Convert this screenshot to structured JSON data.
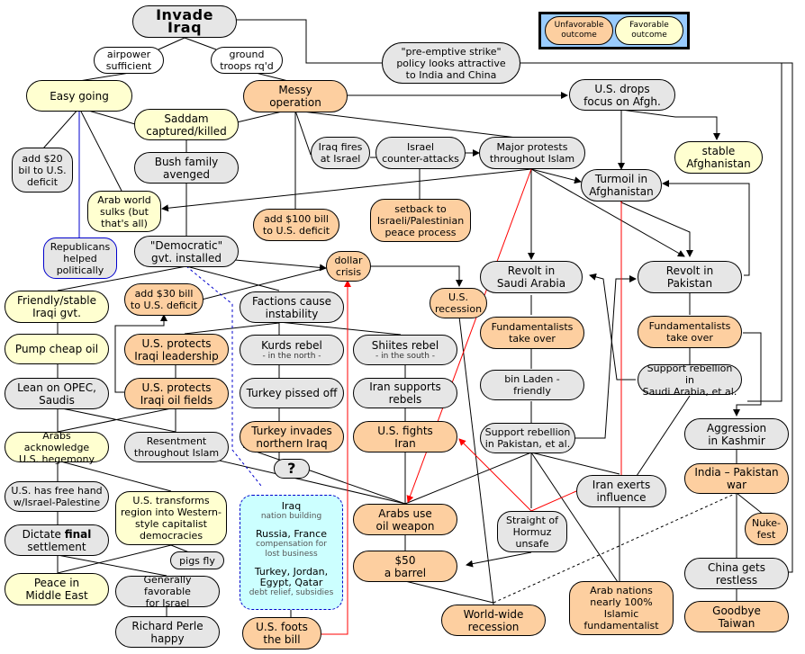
{
  "legend": {
    "unfavorable": "Unfavorable outcome",
    "favorable": "Favorable outcome",
    "colors": {
      "unfavorable": "#fdcfa0",
      "favorable": "#ffffd0",
      "neutral": "#e6e6e6",
      "legend_bg": "#99ccff"
    }
  },
  "nodes": {
    "invade_iraq": "Invade Iraq",
    "airpower": [
      "airpower",
      "sufficient"
    ],
    "ground_troops": [
      "ground",
      "troops rq'd"
    ],
    "preemptive": [
      "\"pre-emptive strike\"",
      "policy looks attractive",
      "to India and China"
    ],
    "easy_going": "Easy going",
    "messy_operation": [
      "Messy",
      "operation"
    ],
    "us_drops_focus": [
      "U.S. drops",
      "focus on Afgh."
    ],
    "saddam_captured": [
      "Saddam",
      "captured/killed"
    ],
    "add_20": [
      "add $20",
      "bil to U.S.",
      "deficit"
    ],
    "bush_family": [
      "Bush family",
      "avenged"
    ],
    "iraq_fires": [
      "Iraq fires",
      "at Israel"
    ],
    "israel_counter": [
      "Israel",
      "counter-attacks"
    ],
    "major_protests": [
      "Major protests",
      "throughout Islam"
    ],
    "stable_afghanistan": [
      "stable",
      "Afghanistan"
    ],
    "turmoil_afghanistan": [
      "Turmoil in",
      "Afghanistan"
    ],
    "arab_world_sulks": [
      "Arab world",
      "sulks (but",
      "that's all)"
    ],
    "add_100": [
      "add $100 bill",
      "to U.S. deficit"
    ],
    "setback_peace": [
      "setback to",
      "Israeli/Palestinian",
      "peace process"
    ],
    "republicans_helped": [
      "Republicans",
      "helped",
      "politically"
    ],
    "democratic_govt": [
      "\"Democratic\"",
      "gvt. installed"
    ],
    "dollar_crisis": [
      "dollar",
      "crisis"
    ],
    "revolt_saudi": [
      "Revolt in",
      "Saudi Arabia"
    ],
    "revolt_pakistan": [
      "Revolt in",
      "Pakistan"
    ],
    "friendly_iraqi_govt": [
      "Friendly/stable",
      "Iraqi gvt."
    ],
    "add_30": [
      "add $30 bill",
      "to U.S. deficit"
    ],
    "factions": [
      "Factions cause",
      "instability"
    ],
    "us_recession": [
      "U.S.",
      "recession"
    ],
    "fundamentalists_saudi": [
      "Fundamentalists",
      "take over"
    ],
    "fundamentalists_pakistan": [
      "Fundamentalists",
      "take over"
    ],
    "pump_cheap_oil": "Pump cheap oil",
    "us_protects_leadership": [
      "U.S. protects",
      "Iraqi leadership"
    ],
    "kurds_rebel": [
      "Kurds rebel",
      "- in the north -"
    ],
    "shiites_rebel": [
      "Shiites rebel",
      "- in the south -"
    ],
    "bin_laden": "bin Laden - friendly",
    "support_rebellion_saudi": [
      "Support rebellion in",
      "Saudi Arabia, et al."
    ],
    "lean_on_opec": [
      "Lean on OPEC,",
      "Saudis"
    ],
    "us_protects_oil": [
      "U.S. protects",
      "Iraqi oil fields"
    ],
    "turkey_pissed": "Turkey pissed off",
    "iran_supports": [
      "Iran supports",
      "rebels"
    ],
    "us_fights_iran": [
      "U.S. fights",
      "Iran"
    ],
    "turkey_invades": [
      "Turkey invades",
      "northern Iraq"
    ],
    "support_rebellion_pakistan": [
      "Support rebellion",
      "in Pakistan, et al."
    ],
    "aggression_kashmir": [
      "Aggression",
      "in Kashmir"
    ],
    "arabs_acknowledge": [
      "Arabs acknowledge",
      "U.S. hegemony"
    ],
    "resentment": [
      "Resentment",
      "throughout Islam"
    ],
    "question": "?",
    "india_pakistan_war": [
      "India – Pakistan",
      "war"
    ],
    "iran_exerts": [
      "Iran exerts",
      "influence"
    ],
    "free_hand": [
      "U.S. has free hand",
      "w/Israel-Palestine"
    ],
    "us_transforms": [
      "U.S. transforms",
      "region into Western-",
      "style capitalist",
      "democracies"
    ],
    "arabs_oil_weapon": [
      "Arabs use",
      "oil weapon"
    ],
    "hormuz": [
      "Straight of",
      "Hormuz",
      "unsafe"
    ],
    "nukefest": [
      "Nuke-",
      "fest"
    ],
    "dictate_pre": "Dictate ",
    "dictate_bold": "final",
    "dictate_post": "settlement",
    "pigs_fly": "pigs fly",
    "fifty_barrel": [
      "$50",
      "a barrel"
    ],
    "china_restless": [
      "China gets",
      "restless"
    ],
    "peace_middle_east": [
      "Peace in",
      "Middle East"
    ],
    "generally_favorable": [
      "Generally favorable",
      "for Israel"
    ],
    "arab_nations_fundamentalist": [
      "Arab nations",
      "nearly 100%",
      "Islamic",
      "fundamentalist"
    ],
    "goodbye_taiwan": [
      "Goodbye",
      "Taiwan"
    ],
    "richard_perle": [
      "Richard Perle",
      "happy"
    ],
    "world_recession": [
      "World-wide",
      "recession"
    ],
    "us_foots_bill": [
      "U.S. foots",
      "the bill"
    ]
  },
  "callout": {
    "iraq": "Iraq",
    "iraq_sub": "nation building",
    "russia_france": "Russia, France",
    "russia_france_sub1": "compensation for",
    "russia_france_sub2": "lost business",
    "others1": "Turkey, Jordan,",
    "others2": "Egypt, Qatar",
    "others_sub": "debt relief, subsidies"
  },
  "edge_colors": {
    "normal": "#000000",
    "causal_red": "#ff0000",
    "blue": "#0000cc"
  }
}
